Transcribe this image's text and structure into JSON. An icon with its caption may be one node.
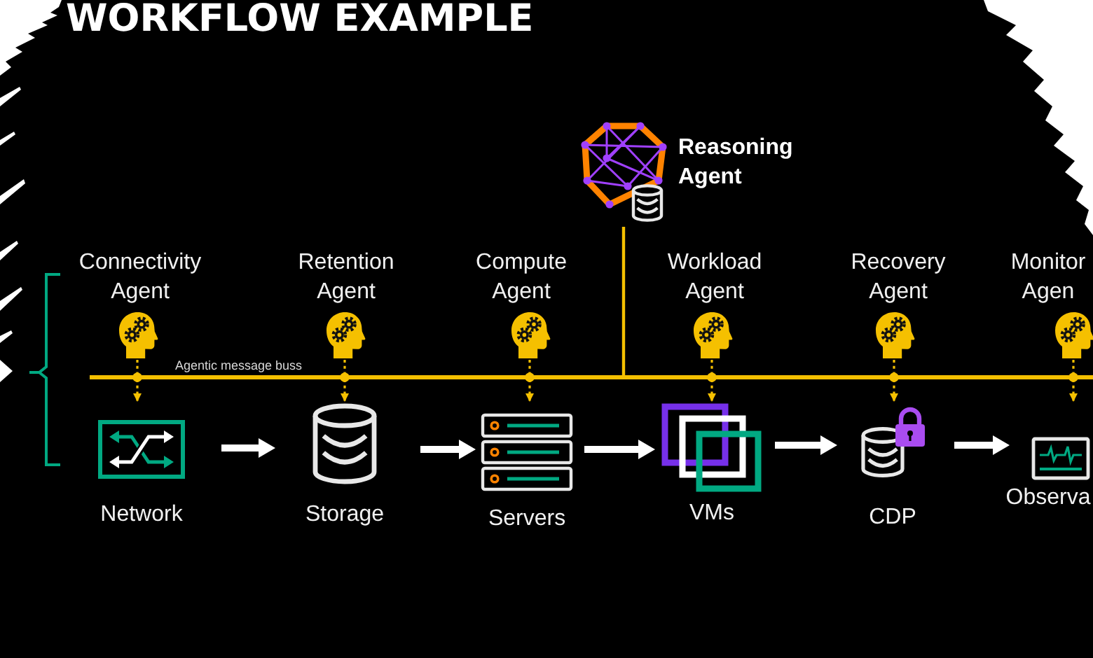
{
  "diagram": {
    "title": "WORKFLOW EXAMPLE",
    "nodes": [
      {
        "text": [
          "Reasoning Agent"
        ]
      },
      {
        "text": [
          "Connectivity Agent"
        ]
      },
      {
        "text": [
          "Retention Agent"
        ]
      },
      {
        "text": [
          "Compute Agent"
        ]
      },
      {
        "text": [
          "Workload Agent"
        ]
      },
      {
        "text": [
          "Recovery Agent"
        ]
      },
      {
        "text": [
          "Monitor Agen"
        ]
      },
      {
        "text": [
          "Agentic message buss"
        ]
      },
      {
        "text": [
          "Network"
        ]
      },
      {
        "text": [
          "Storage"
        ]
      },
      {
        "text": [
          "Servers"
        ]
      },
      {
        "text": [
          "VMs"
        ]
      },
      {
        "text": [
          "CDP"
        ]
      },
      {
        "text": [
          "Observa"
        ]
      }
    ],
    "edges": [
      {
        "from": 0,
        "to": 7,
        "arrow": "none"
      },
      {
        "from": 1,
        "to": 7,
        "arrow": "other",
        "style": "dashed"
      },
      {
        "from": 2,
        "to": 7,
        "arrow": "other",
        "style": "dashed"
      },
      {
        "from": 3,
        "to": 7,
        "arrow": "other",
        "style": "dashed"
      },
      {
        "from": 4,
        "to": 7,
        "arrow": "other",
        "style": "dashed"
      },
      {
        "from": 5,
        "to": 7,
        "arrow": "other",
        "style": "dashed"
      },
      {
        "from": 6,
        "to": 7,
        "arrow": "other",
        "style": "dashed"
      },
      {
        "from": 7,
        "to": 8,
        "arrow": "to",
        "style": "dashed"
      },
      {
        "from": 7,
        "to": 9,
        "arrow": "to",
        "style": "dashed"
      },
      {
        "from": 7,
        "to": 10,
        "arrow": "to",
        "style": "dashed"
      },
      {
        "from": 7,
        "to": 11,
        "arrow": "to",
        "style": "dashed"
      },
      {
        "from": 7,
        "to": 12,
        "arrow": "to",
        "style": "dashed"
      },
      {
        "from": 7,
        "to": 13,
        "arrow": "to",
        "style": "dashed"
      },
      {
        "from": 8,
        "to": 9,
        "arrow": "to",
        "style": "thick",
        "color": "#ffffff"
      },
      {
        "from": 9,
        "to": 10,
        "arrow": "to",
        "style": "thick",
        "color": "#ffffff"
      },
      {
        "from": 10,
        "to": 11,
        "arrow": "to",
        "style": "thick",
        "color": "#ffffff"
      },
      {
        "from": 11,
        "to": 12,
        "arrow": "to",
        "style": "thick",
        "color": "#ffffff"
      },
      {
        "from": 12,
        "to": 13,
        "arrow": "to",
        "style": "thick",
        "color": "#ffffff"
      }
    ]
  }
}
